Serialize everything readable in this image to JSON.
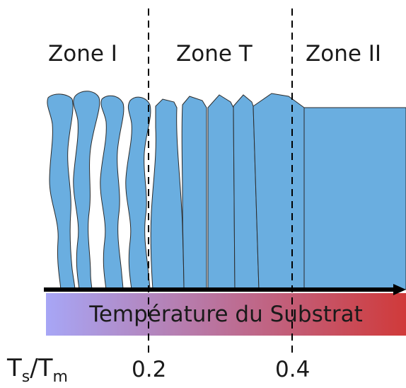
{
  "zones": [
    {
      "label": "Zone I"
    },
    {
      "label": "Zone T"
    },
    {
      "label": "Zone II"
    }
  ],
  "gradient": {
    "label": "Température du Substrat",
    "color_start": "#a7a6f6",
    "color_end": "#d03a3a"
  },
  "axis": {
    "variable": "T",
    "numerator_sub": "s",
    "separator": "/T",
    "denominator_sub": "m",
    "ticks": [
      {
        "value": 0.2,
        "label": "0.2"
      },
      {
        "value": 0.4,
        "label": "0.4"
      }
    ]
  },
  "colors": {
    "grain_fill": "#6aaee0",
    "grain_stroke": "#2b2b2b",
    "arrow": "#000000",
    "divider": "#000000"
  }
}
